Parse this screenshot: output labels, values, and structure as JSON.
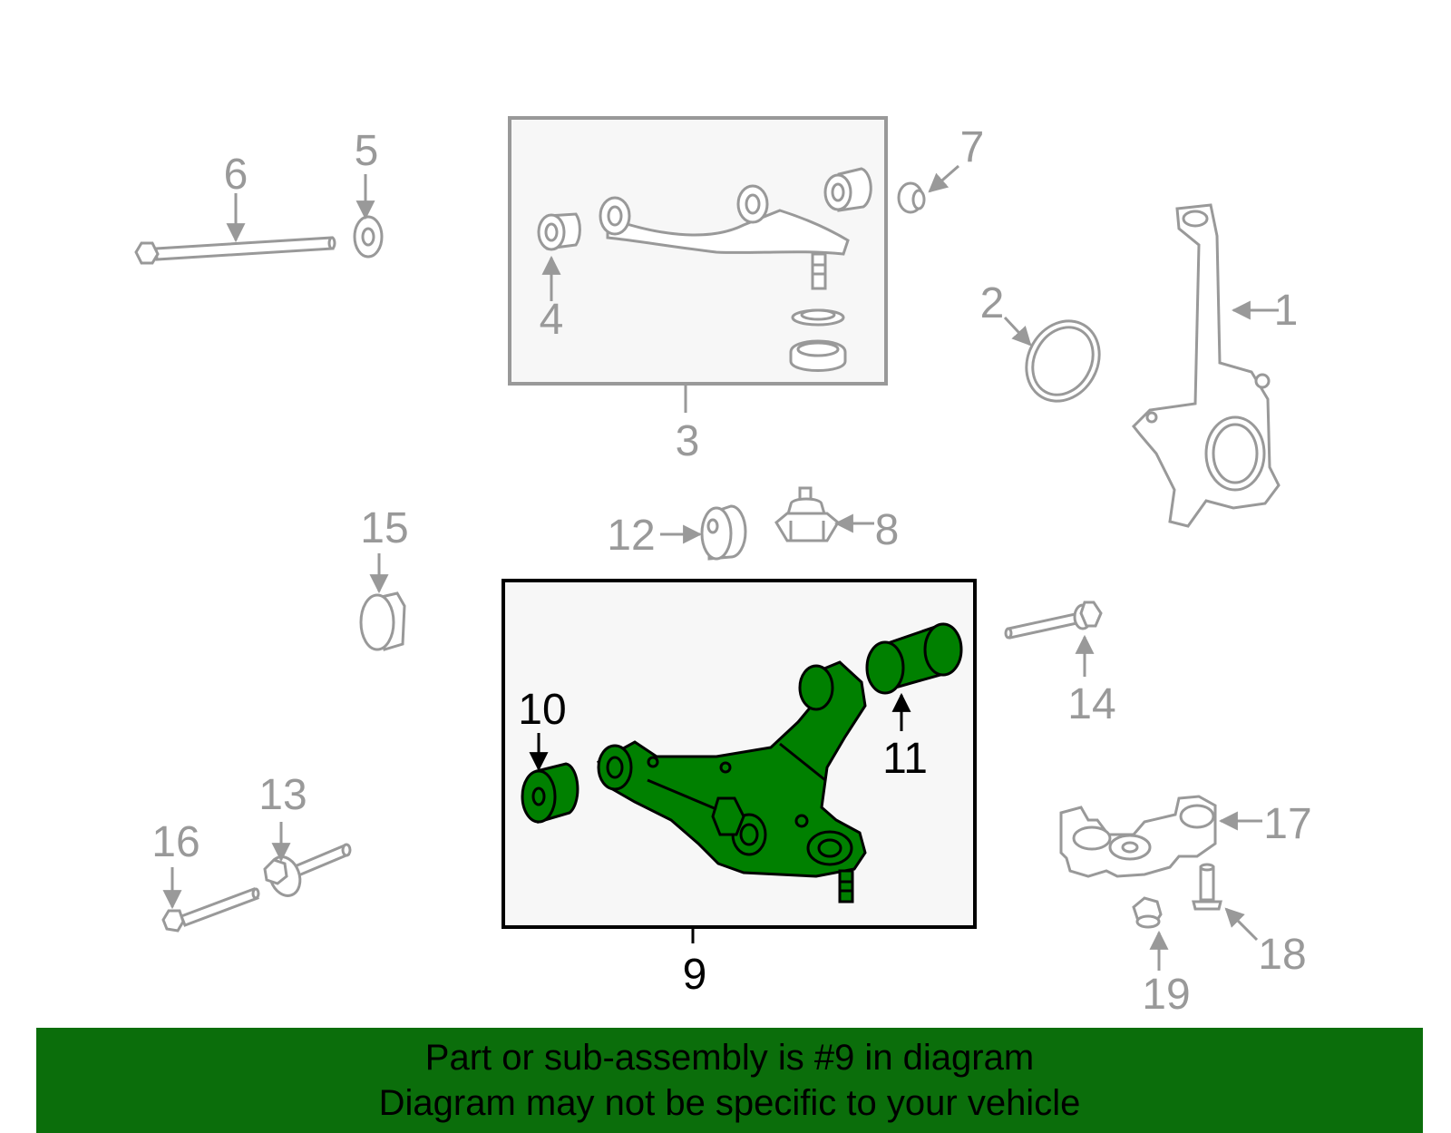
{
  "callouts": {
    "c1": "1",
    "c2": "2",
    "c3": "3",
    "c4": "4",
    "c5": "5",
    "c6": "6",
    "c7": "7",
    "c8": "8",
    "c9": "9",
    "c10": "10",
    "c11": "11",
    "c12": "12",
    "c13": "13",
    "c14": "14",
    "c15": "15",
    "c16": "16",
    "c17": "17",
    "c18": "18",
    "c19": "19"
  },
  "banner": {
    "line1": "Part or sub-assembly is #9 in diagram",
    "line2": "Diagram may not be specific to your vehicle"
  },
  "colors": {
    "highlight": "#008000",
    "banner": "#0b6e0b",
    "line_art": "#999999",
    "highlight_text": "#000000"
  },
  "icons": {
    "upper_arm": "upper-control-arm-icon",
    "lower_arm": "lower-control-arm-icon",
    "knuckle": "steering-knuckle-icon",
    "bushing": "bushing-icon",
    "bolt": "bolt-icon",
    "nut": "nut-icon"
  }
}
